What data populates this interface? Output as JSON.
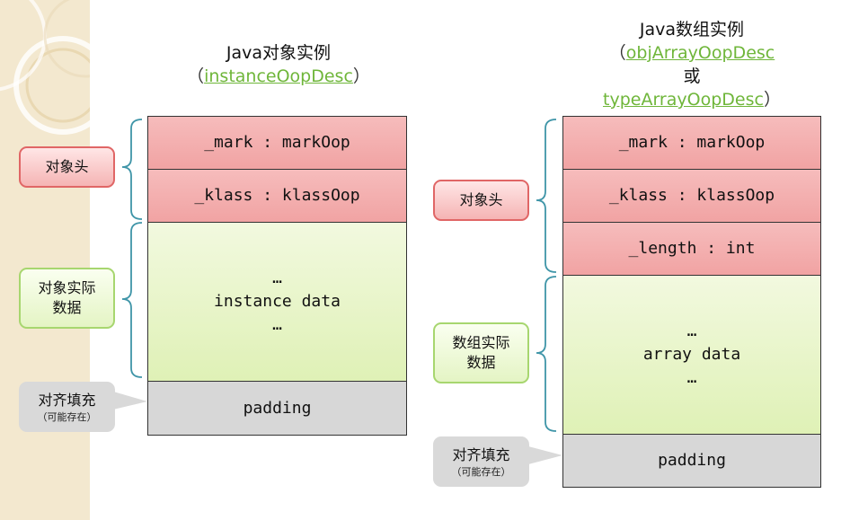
{
  "left": {
    "title": "Java对象实例",
    "paren_open": "（",
    "class_link": "instanceOopDesc",
    "paren_close": "）",
    "cells": {
      "mark": "_mark : markOop",
      "klass": "_klass : klassOop",
      "data": "…\ninstance data\n…",
      "padding": "padding"
    },
    "labels": {
      "header": "对象头",
      "data": "对象实际\n数据",
      "padding": "对齐填充",
      "padding_note": "（可能存在）"
    }
  },
  "right": {
    "title": "Java数组实例",
    "paren_open": "（",
    "class_link_1": "objArrayOopDesc",
    "or": "或",
    "class_link_2": "typeArrayOopDesc",
    "paren_close": "）",
    "cells": {
      "mark": "_mark : markOop",
      "klass": "_klass : klassOop",
      "length": "_length : int",
      "data": "…\narray data\n…",
      "padding": "padding"
    },
    "labels": {
      "header": "对象头",
      "data": "数组实际\n数据",
      "padding": "对齐填充",
      "padding_note": "（可能存在）"
    }
  },
  "colors": {
    "link": "#6fb63a",
    "header_fill": "#f1a3a3",
    "data_fill": "#dff1b6",
    "padding_fill": "#d7d7d7",
    "brace": "#3f95a8"
  }
}
